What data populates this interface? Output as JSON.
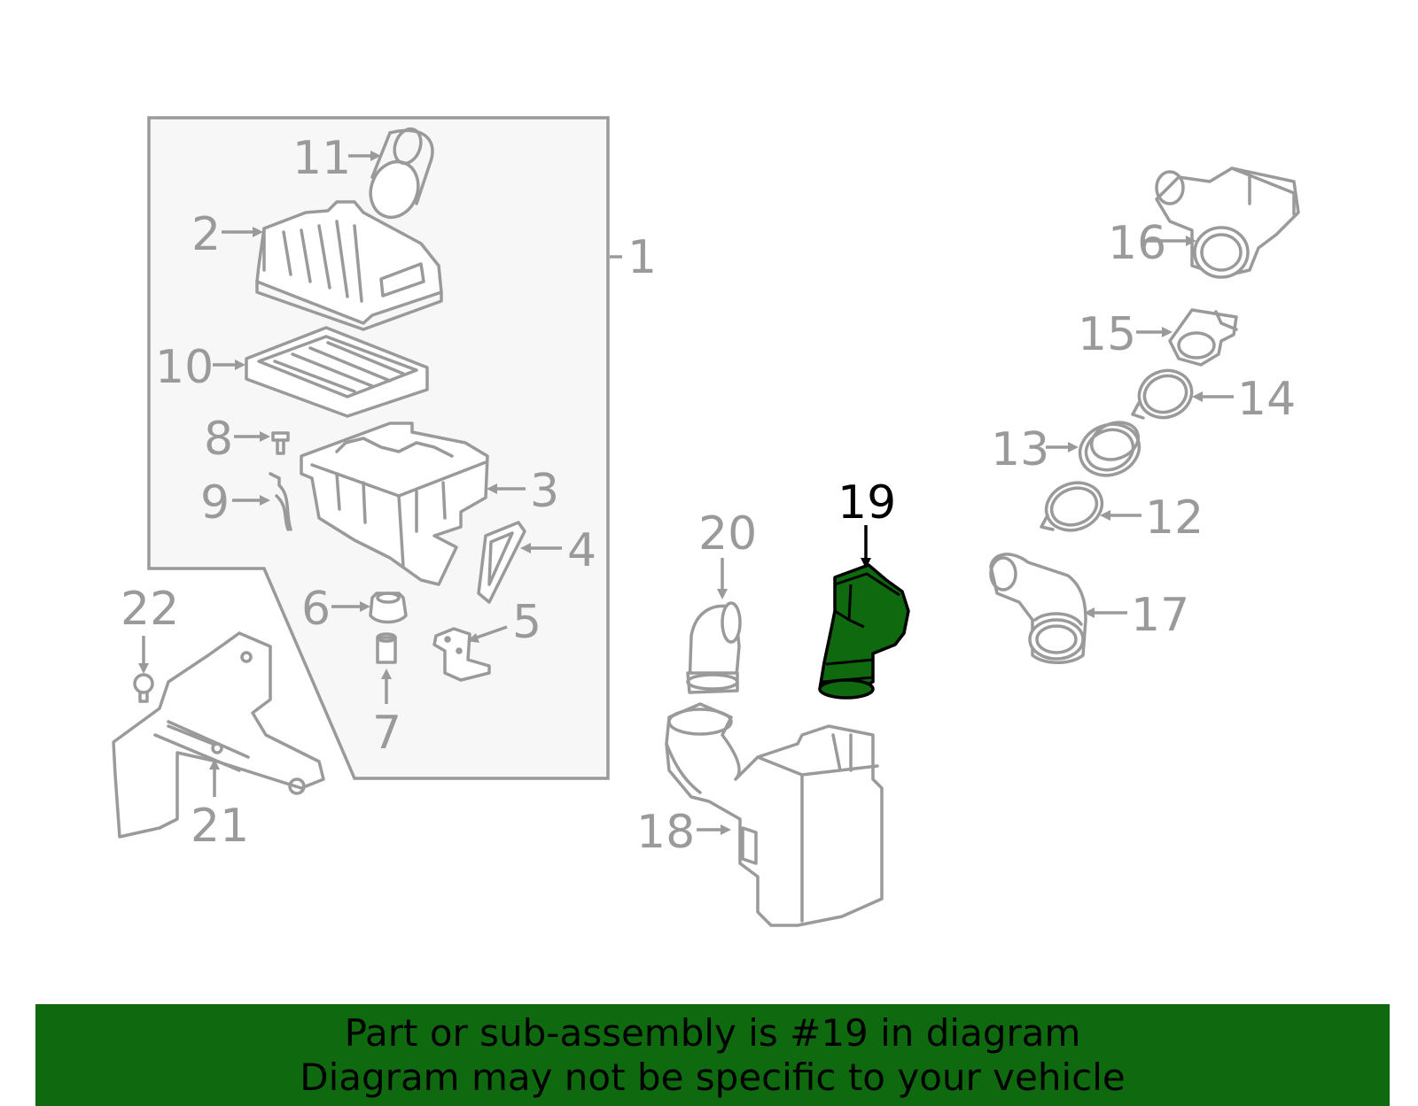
{
  "callouts": {
    "c1": "1",
    "c2": "2",
    "c3": "3",
    "c4": "4",
    "c5": "5",
    "c6": "6",
    "c7": "7",
    "c8": "8",
    "c9": "9",
    "c10": "10",
    "c11": "11",
    "c12": "12",
    "c13": "13",
    "c14": "14",
    "c15": "15",
    "c16": "16",
    "c17": "17",
    "c18": "18",
    "c19": "19",
    "c20": "20",
    "c21": "21",
    "c22": "22"
  },
  "highlight": {
    "part_number": "19",
    "color": "#0f6a0f"
  },
  "banner": {
    "line1": "Part or sub-assembly is #19 in diagram",
    "line2": "Diagram may not be specific to your vehicle",
    "background": "#0f6a0f"
  }
}
